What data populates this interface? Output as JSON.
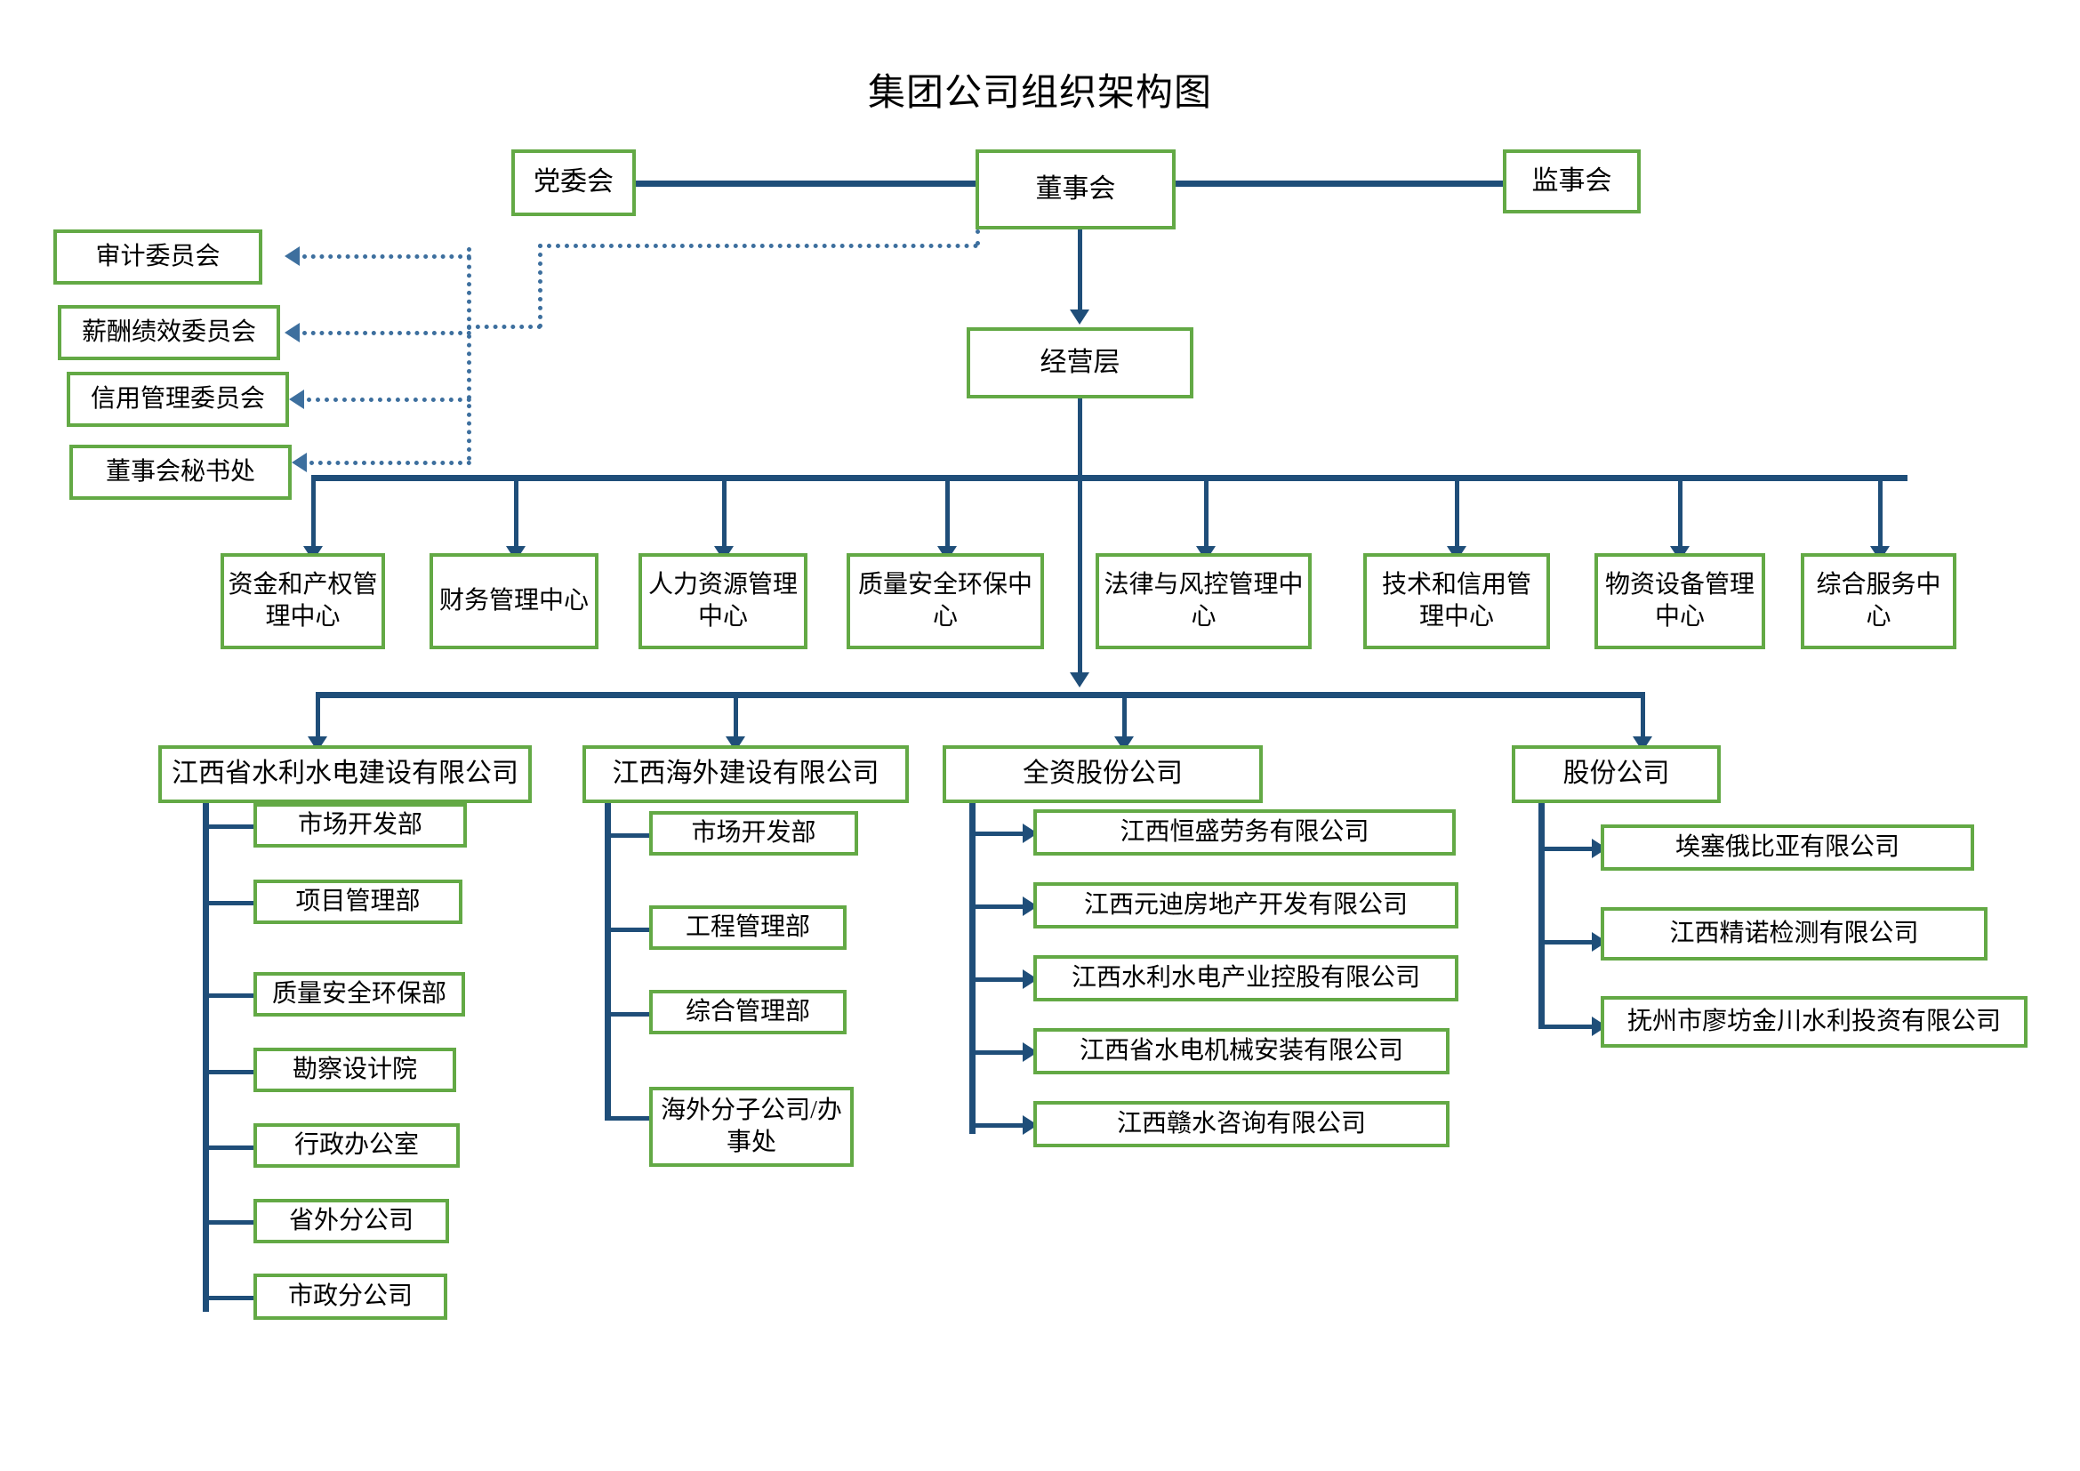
{
  "title": "集团公司组织架构图",
  "top": {
    "party_committee": "党委会",
    "board": "董事会",
    "supervisory_board": "监事会",
    "management": "经营层"
  },
  "committees": [
    "审计委员会",
    "薪酬绩效委员会",
    "信用管理委员会",
    "董事会秘书处"
  ],
  "centers": [
    "资金和产权管理中心",
    "财务管理中心",
    "人力资源管理中心",
    "质量安全环保中心",
    "法律与风控管理中心",
    "技术和信用管理中心",
    "物资设备管理中心",
    "综合服务中心"
  ],
  "subsidiaries": [
    {
      "name": "江西省水利水电建设有限公司",
      "children": [
        "市场开发部",
        "项目管理部",
        "质量安全环保部",
        "勘察设计院",
        "行政办公室",
        "省外分公司",
        "市政分公司"
      ]
    },
    {
      "name": "江西海外建设有限公司",
      "children": [
        "市场开发部",
        "工程管理部",
        "综合管理部",
        "海外分子公司/办事处"
      ]
    },
    {
      "name": "全资股份公司",
      "children": [
        "江西恒盛劳务有限公司",
        "江西元迪房地产开发有限公司",
        "江西水利水电产业控股有限公司",
        "江西省水电机械安装有限公司",
        "江西赣水咨询有限公司"
      ]
    },
    {
      "name": "股份公司",
      "children": [
        "埃塞俄比亚有限公司",
        "江西精诺检测有限公司",
        "抚州市廖坊金川水利投资有限公司"
      ]
    }
  ],
  "colors": {
    "box_border_green": "#63a945",
    "connector_blue": "#1f4e79",
    "dotted_blue": "#3d6f9e",
    "background": "#ffffff",
    "text": "#000000"
  }
}
